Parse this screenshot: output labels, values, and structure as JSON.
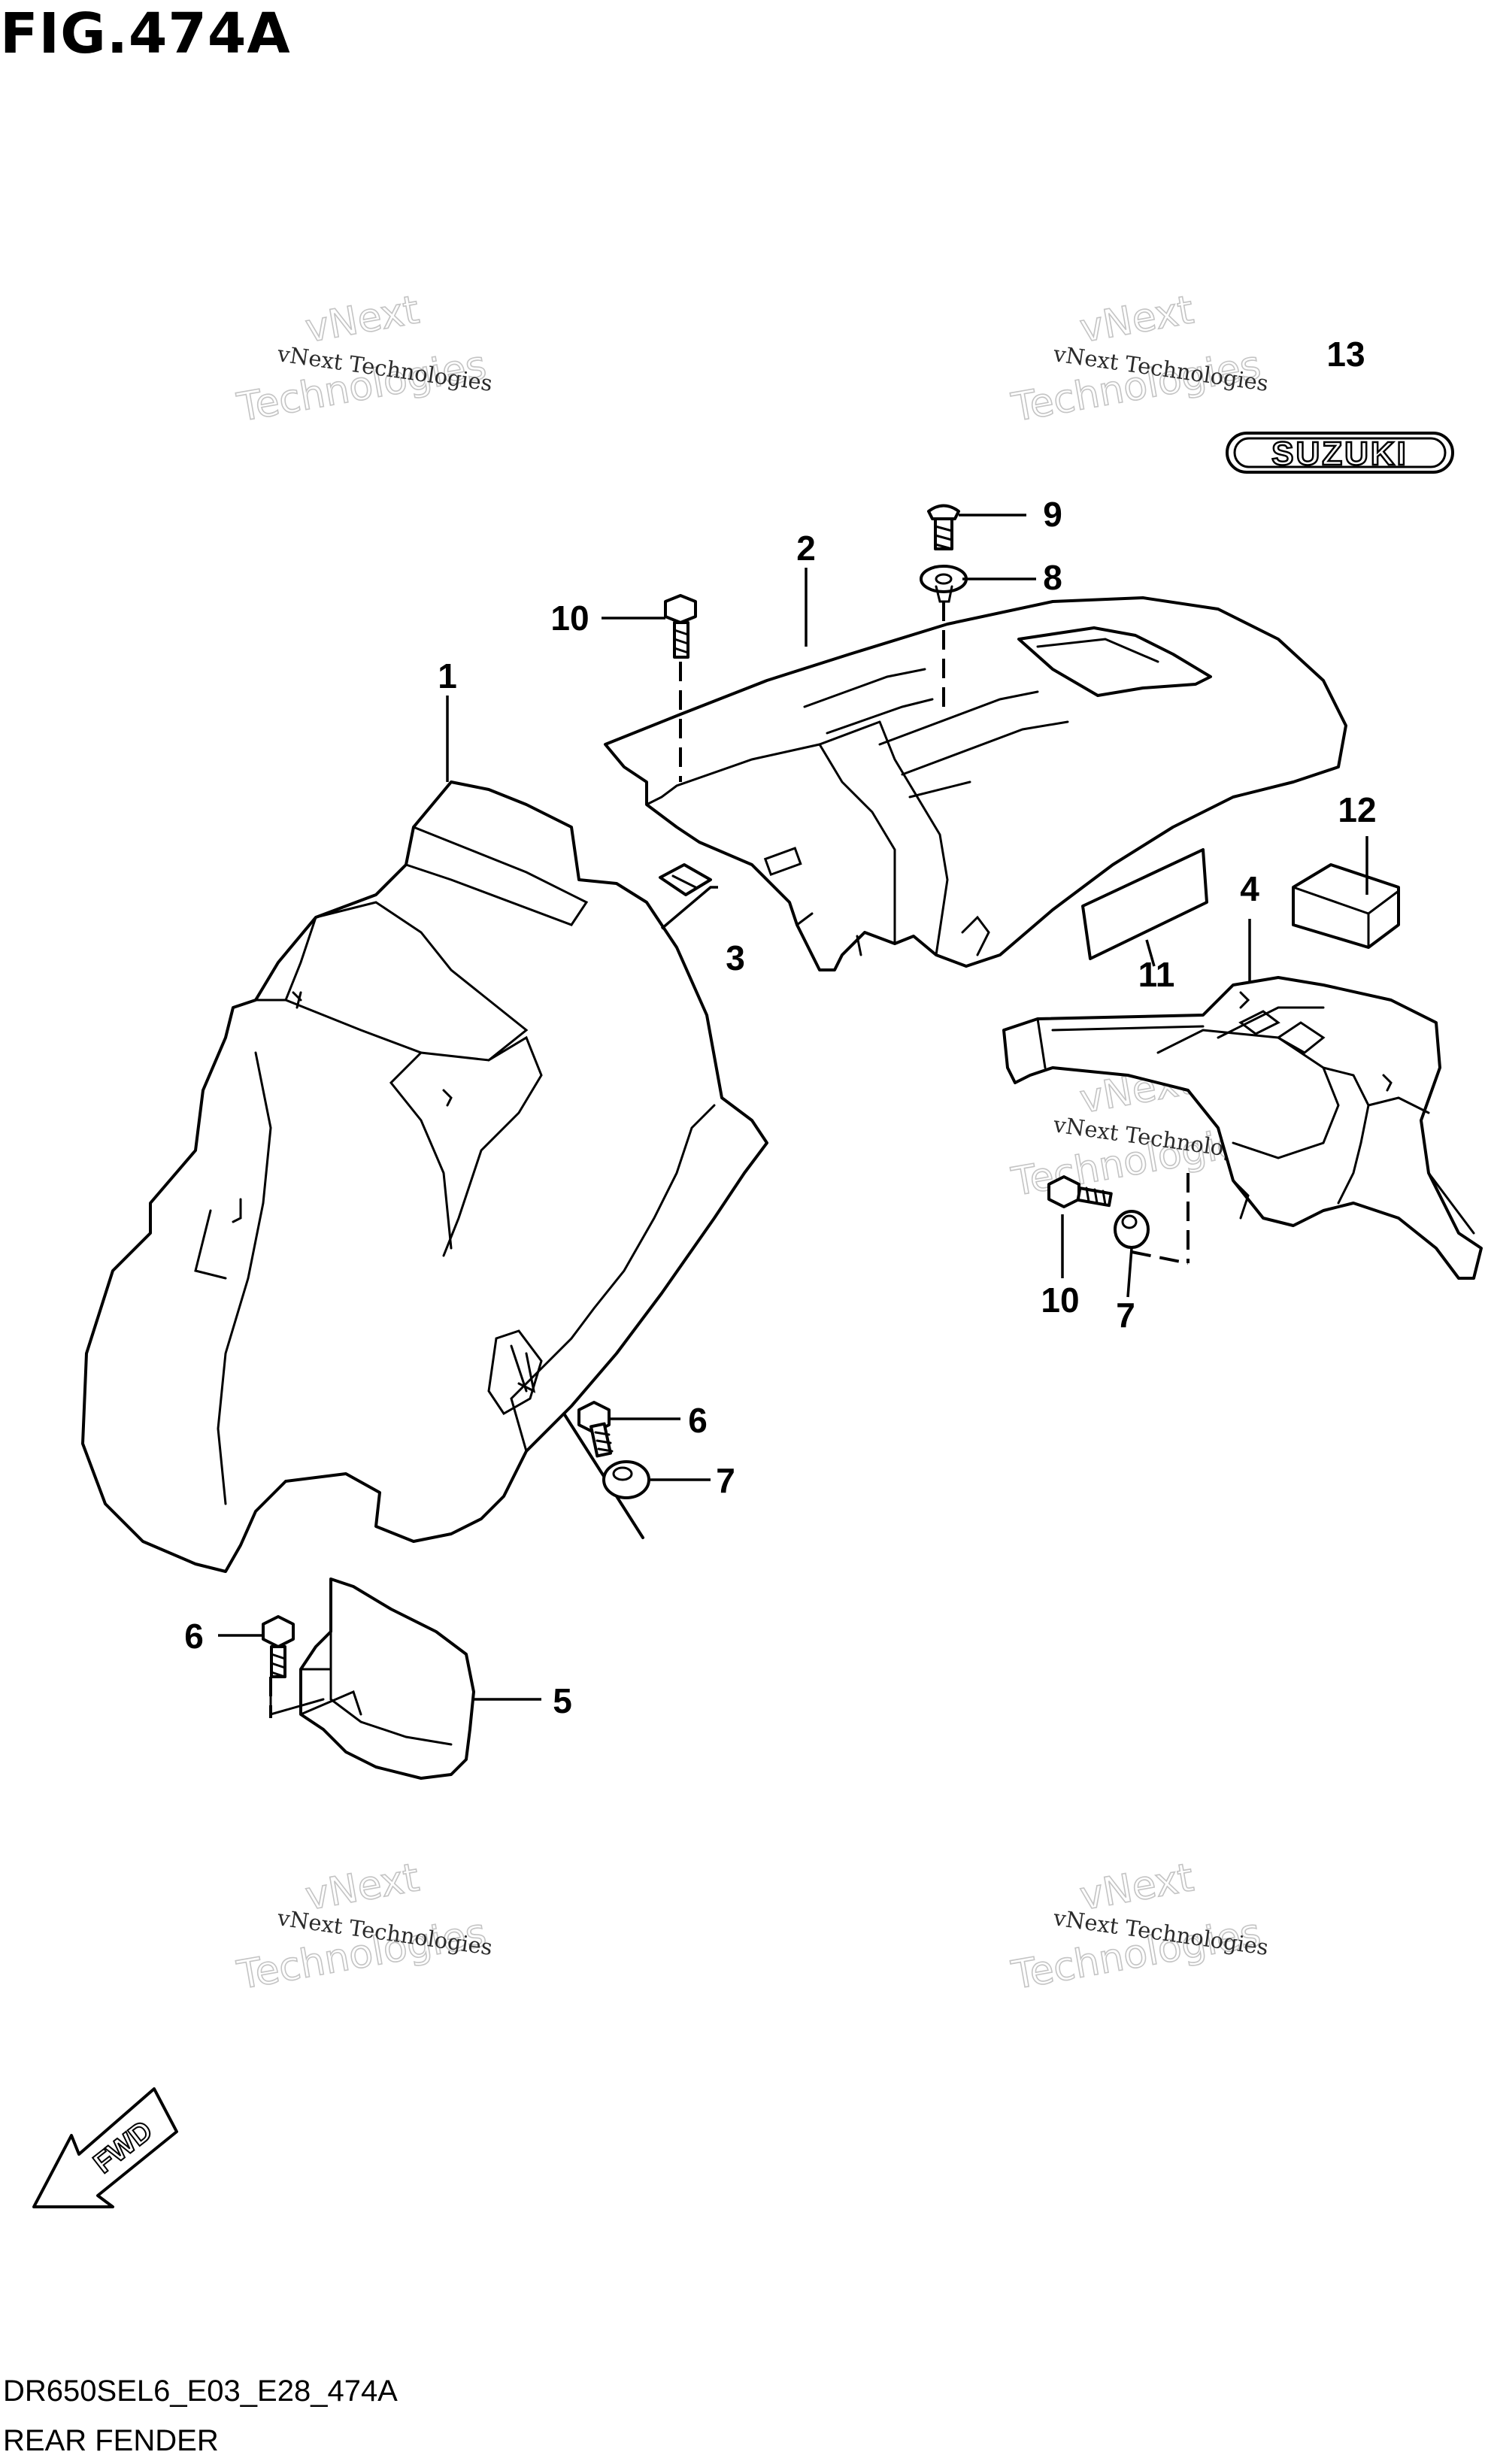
{
  "figure": {
    "title": "FIG.474A",
    "code": "DR650SEL6_E03_E28_474A",
    "name": "REAR FENDER"
  },
  "watermark": {
    "small": "vNext Technologies",
    "big_line1": "vNext",
    "big_line2": "Technologies"
  },
  "callouts": {
    "c1": "1",
    "c2": "2",
    "c3": "3",
    "c4": "4",
    "c5": "5",
    "c6a": "6",
    "c6b": "6",
    "c7a": "7",
    "c7b": "7",
    "c8": "8",
    "c9": "9",
    "c10a": "10",
    "c10b": "10",
    "c11": "11",
    "c12": "12",
    "c13": "13"
  },
  "logo": {
    "text": "SUZUKI"
  },
  "direction": {
    "text": "FWD"
  }
}
